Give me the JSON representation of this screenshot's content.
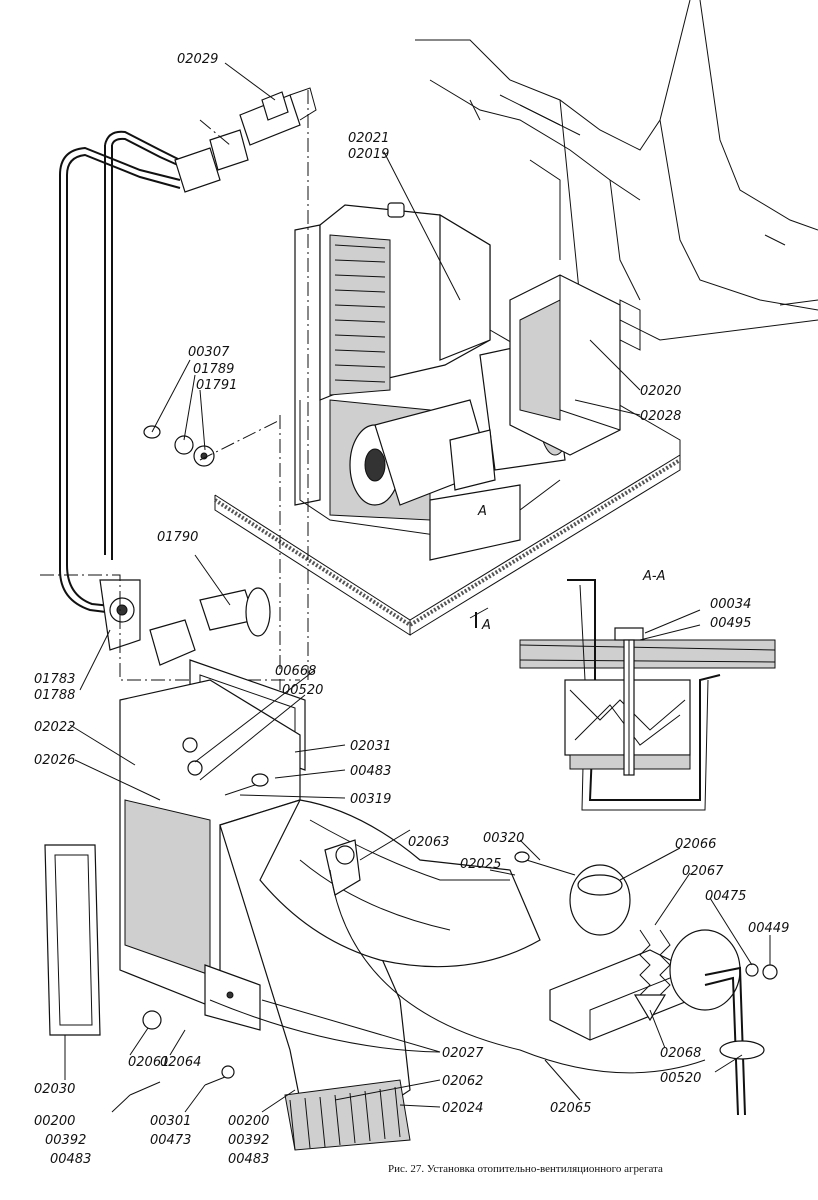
{
  "caption": "Рис. 27. Установка отопительно-вентиляционного агрегата",
  "section_label": "А-А",
  "section_mark": "А",
  "labels": [
    "02029",
    "02021",
    "02019",
    "00307",
    "01789",
    "01791",
    "02020",
    "02028",
    "01790",
    "01783",
    "01788",
    "00668",
    "00520",
    "02022",
    "02026",
    "02031",
    "00483",
    "00319",
    "00034",
    "00495",
    "00320",
    "02063",
    "02025",
    "02066",
    "02067",
    "00475",
    "00449",
    "02068",
    "00520",
    "02065",
    "02061",
    "02064",
    "02030",
    "00200",
    "00392",
    "00483",
    "00301",
    "00473",
    "00200",
    "00392",
    "00483",
    "02027",
    "02062",
    "02024"
  ]
}
